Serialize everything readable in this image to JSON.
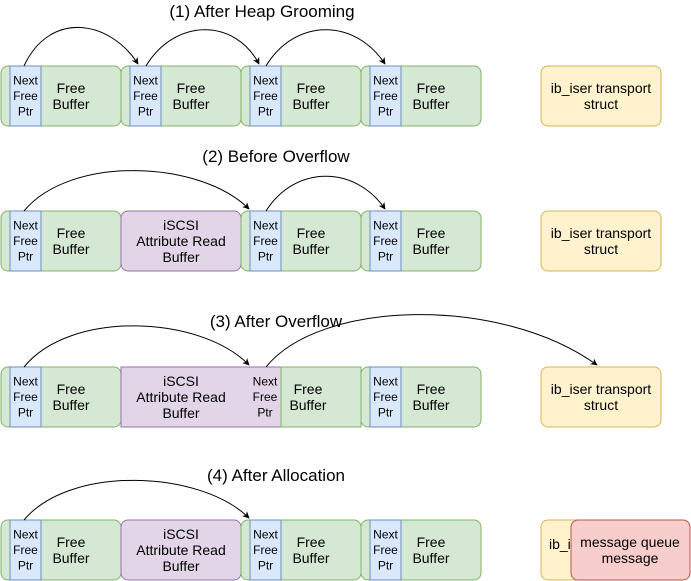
{
  "colors": {
    "free_fill": "#d5e8d4",
    "free_stroke": "#82b366",
    "ptr_fill": "#dae8fc",
    "ptr_stroke": "#6c8ebf",
    "iscsi_fill": "#e1d5e7",
    "iscsi_stroke": "#9673a6",
    "ib_fill": "#fff2cc",
    "ib_stroke": "#d6b656",
    "mq_fill": "#f8cecc",
    "mq_stroke": "#b85450"
  },
  "labels": {
    "ptr": [
      "Next",
      "Free",
      "Ptr"
    ],
    "free": [
      "Free",
      "Buffer"
    ],
    "iscsi": [
      "iSCSI",
      "Attribute Read",
      "Buffer"
    ],
    "ib": [
      "ib_iser transport",
      "struct"
    ],
    "ib_partial": "ib_i",
    "mq": [
      "message queue",
      "message"
    ]
  },
  "stages": [
    {
      "title": "(1) After Heap Grooming"
    },
    {
      "title": "(2) Before Overflow"
    },
    {
      "title": "(3) After Overflow"
    },
    {
      "title": "(4) After Allocation"
    }
  ]
}
